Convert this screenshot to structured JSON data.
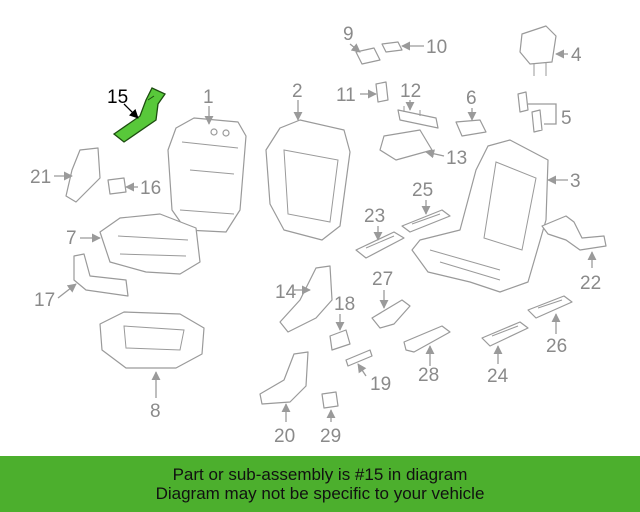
{
  "diagram": {
    "highlight_color": "#58c83a",
    "labels": {
      "p1": "1",
      "p2": "2",
      "p3": "3",
      "p4": "4",
      "p5": "5",
      "p6": "6",
      "p7": "7",
      "p8": "8",
      "p9": "9",
      "p10": "10",
      "p11": "11",
      "p12": "12",
      "p13": "13",
      "p14": "14",
      "p15": "15",
      "p16": "16",
      "p17": "17",
      "p18": "18",
      "p19": "19",
      "p20": "20",
      "p21": "21",
      "p22": "22",
      "p23": "23",
      "p24": "24",
      "p25": "25",
      "p26": "26",
      "p27": "27",
      "p28": "28",
      "p29": "29"
    }
  },
  "banner": {
    "color": "#4caf2d",
    "line1": "Part or sub-assembly is #15 in diagram",
    "line2": "Diagram may not be specific to your vehicle"
  }
}
